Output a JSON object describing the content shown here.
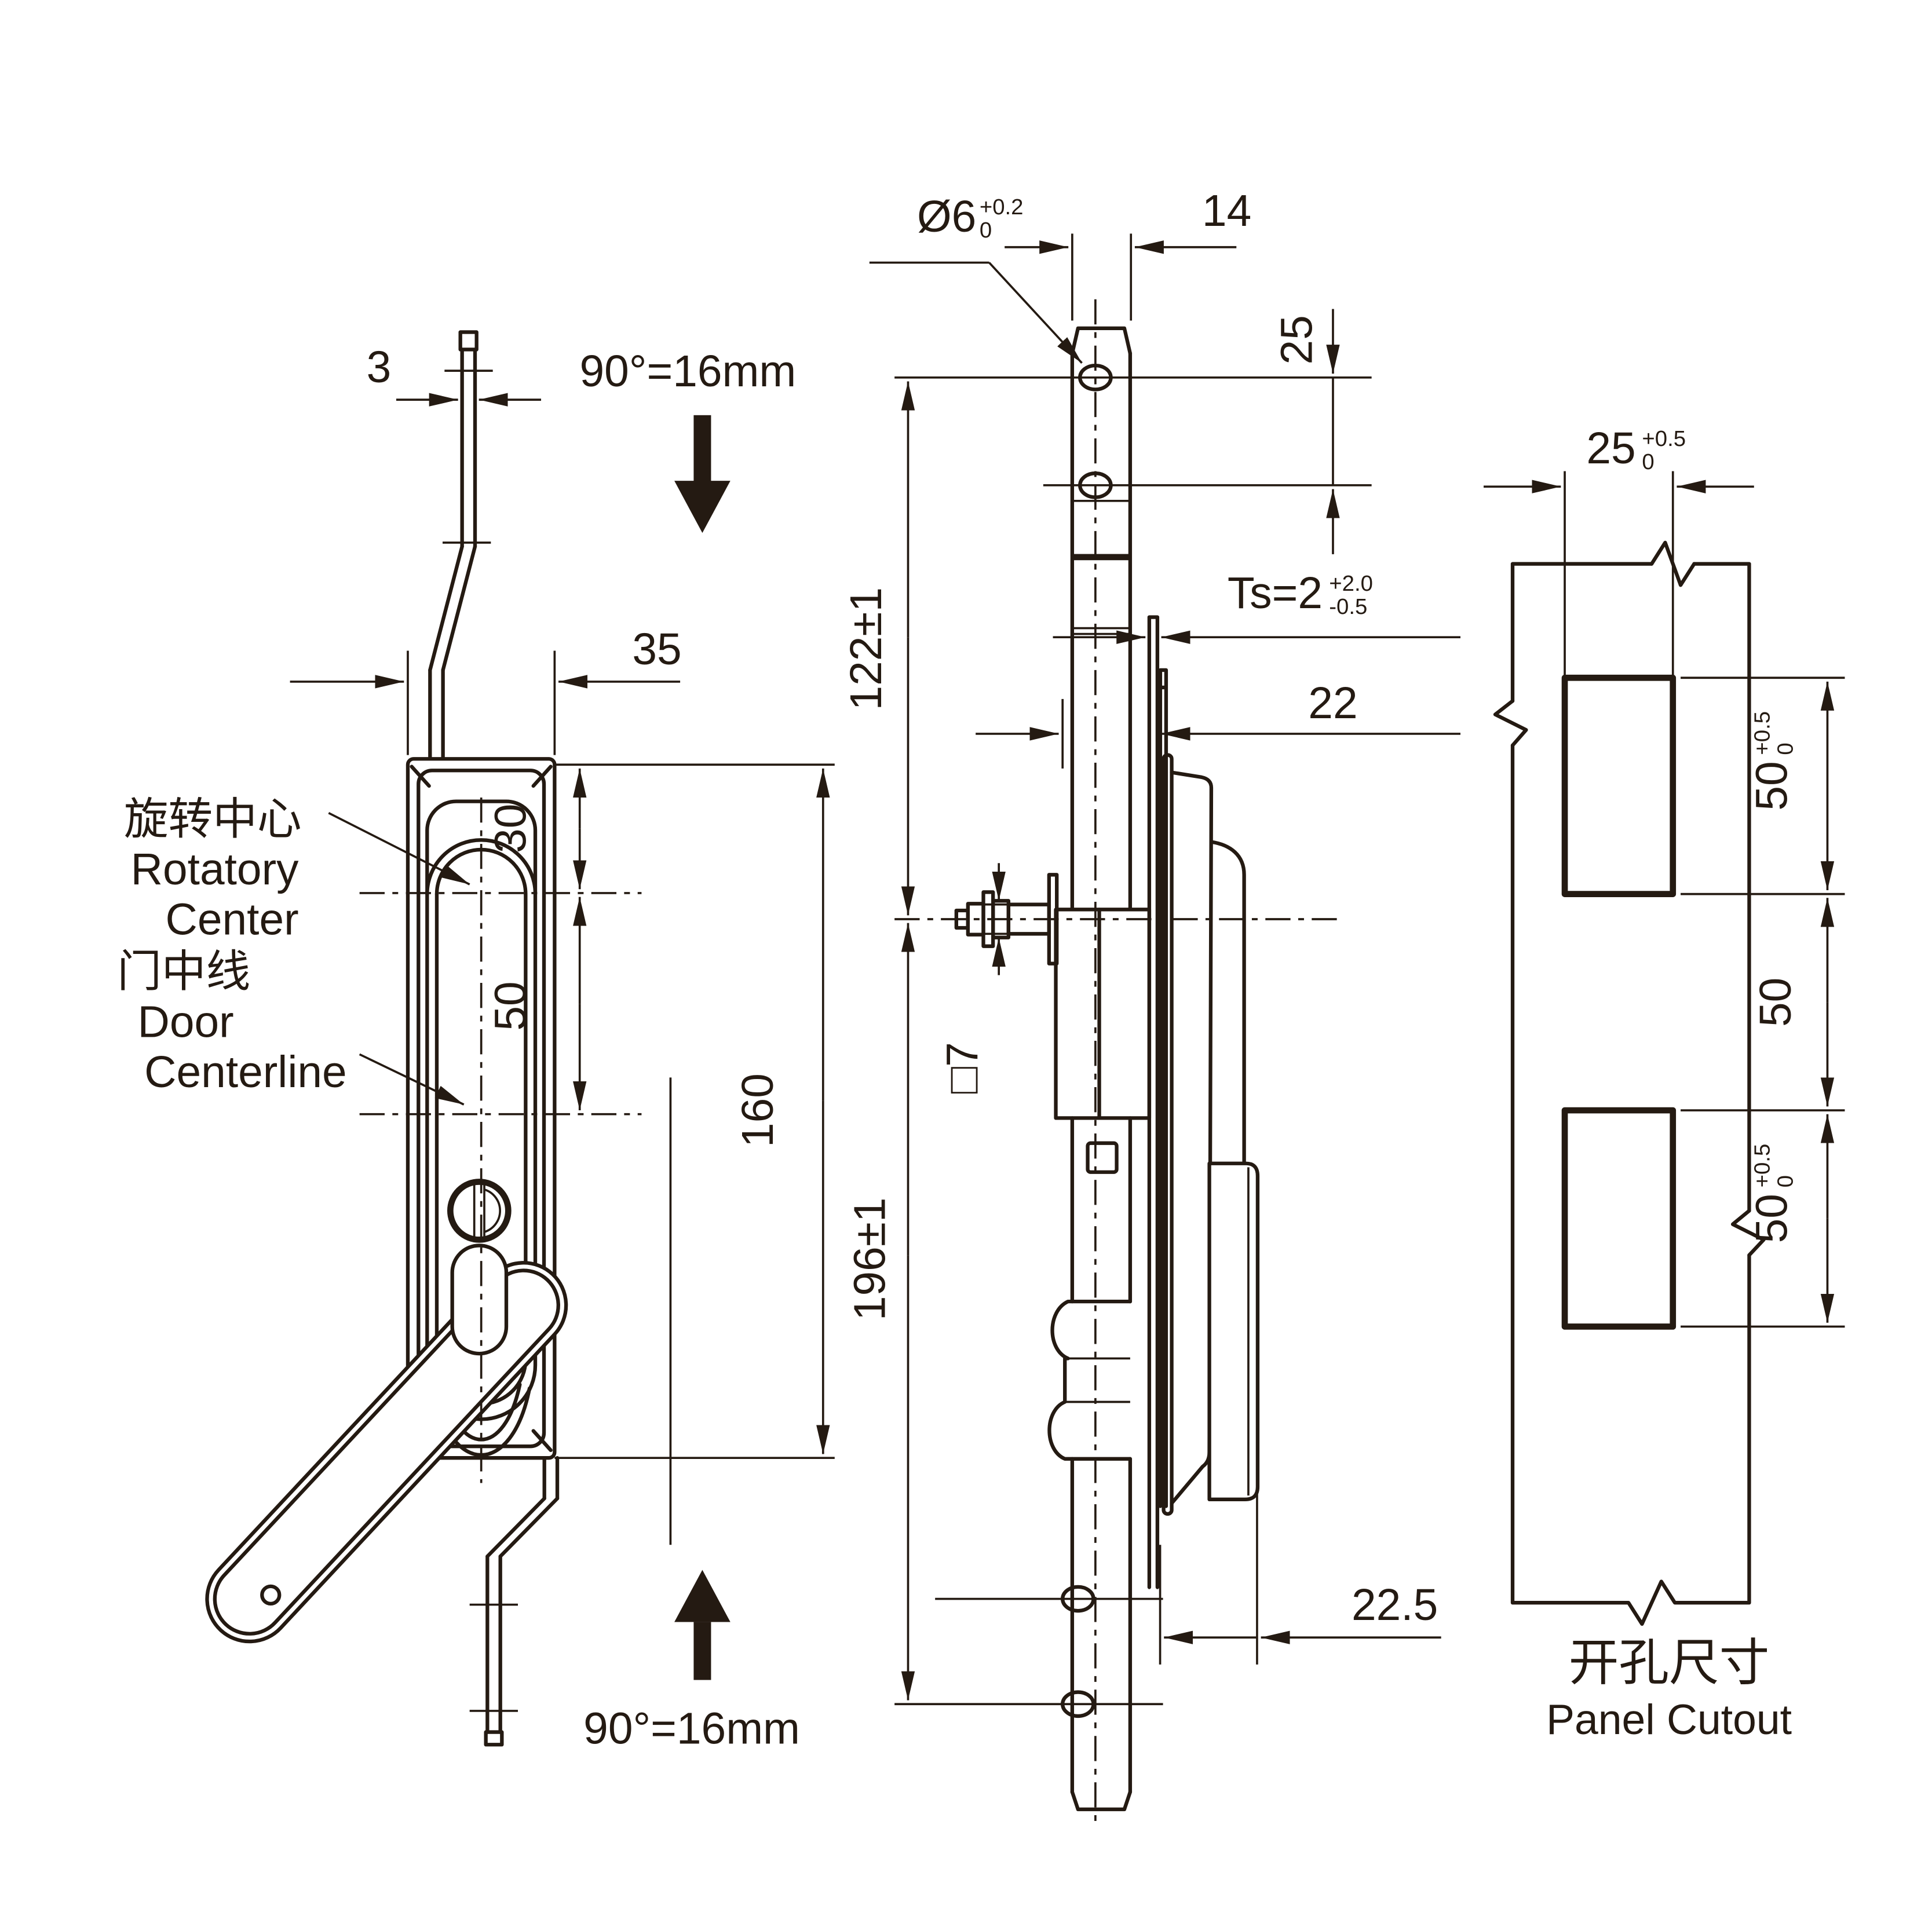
{
  "front_view": {
    "rod_width_label": "3",
    "body_width_label": "35",
    "offset_top_label": "30",
    "offset_mid_label": "50",
    "height_label": "160",
    "stroke_top_label": "90°=16mm",
    "stroke_bottom_label": "90°=16mm",
    "rotatory_center": {
      "zh": "旋转中心",
      "en1": "Rotatory",
      "en2": "Center"
    },
    "door_centerline": {
      "zh": "门中线",
      "en1": "Door",
      "en2": "Centerline"
    }
  },
  "side_view": {
    "hole_dia": {
      "main": "Ø6",
      "sup": "+0.2",
      "sub": "0"
    },
    "rod_width_label": "14",
    "hole_pitch_label": "25",
    "upper_length_label": "122±1",
    "lower_length_label": "196±1",
    "panel_thickness": {
      "main": "Ts=2",
      "sup": "+2.0",
      "sub": "-0.5"
    },
    "depth_label": "22",
    "shaft_label": "□7",
    "offset_label": "22.5"
  },
  "panel_cutout": {
    "width": {
      "main": "25",
      "sup": "+0.5",
      "sub": "0"
    },
    "hole1_height": {
      "main": "50",
      "sup": "+0.5",
      "sub": "0"
    },
    "pitch_label": "50",
    "hole2_height": {
      "main": "50",
      "sup": "+0.5",
      "sub": "0"
    },
    "caption_zh": "开孔尺寸",
    "caption_en": "Panel Cutout"
  }
}
